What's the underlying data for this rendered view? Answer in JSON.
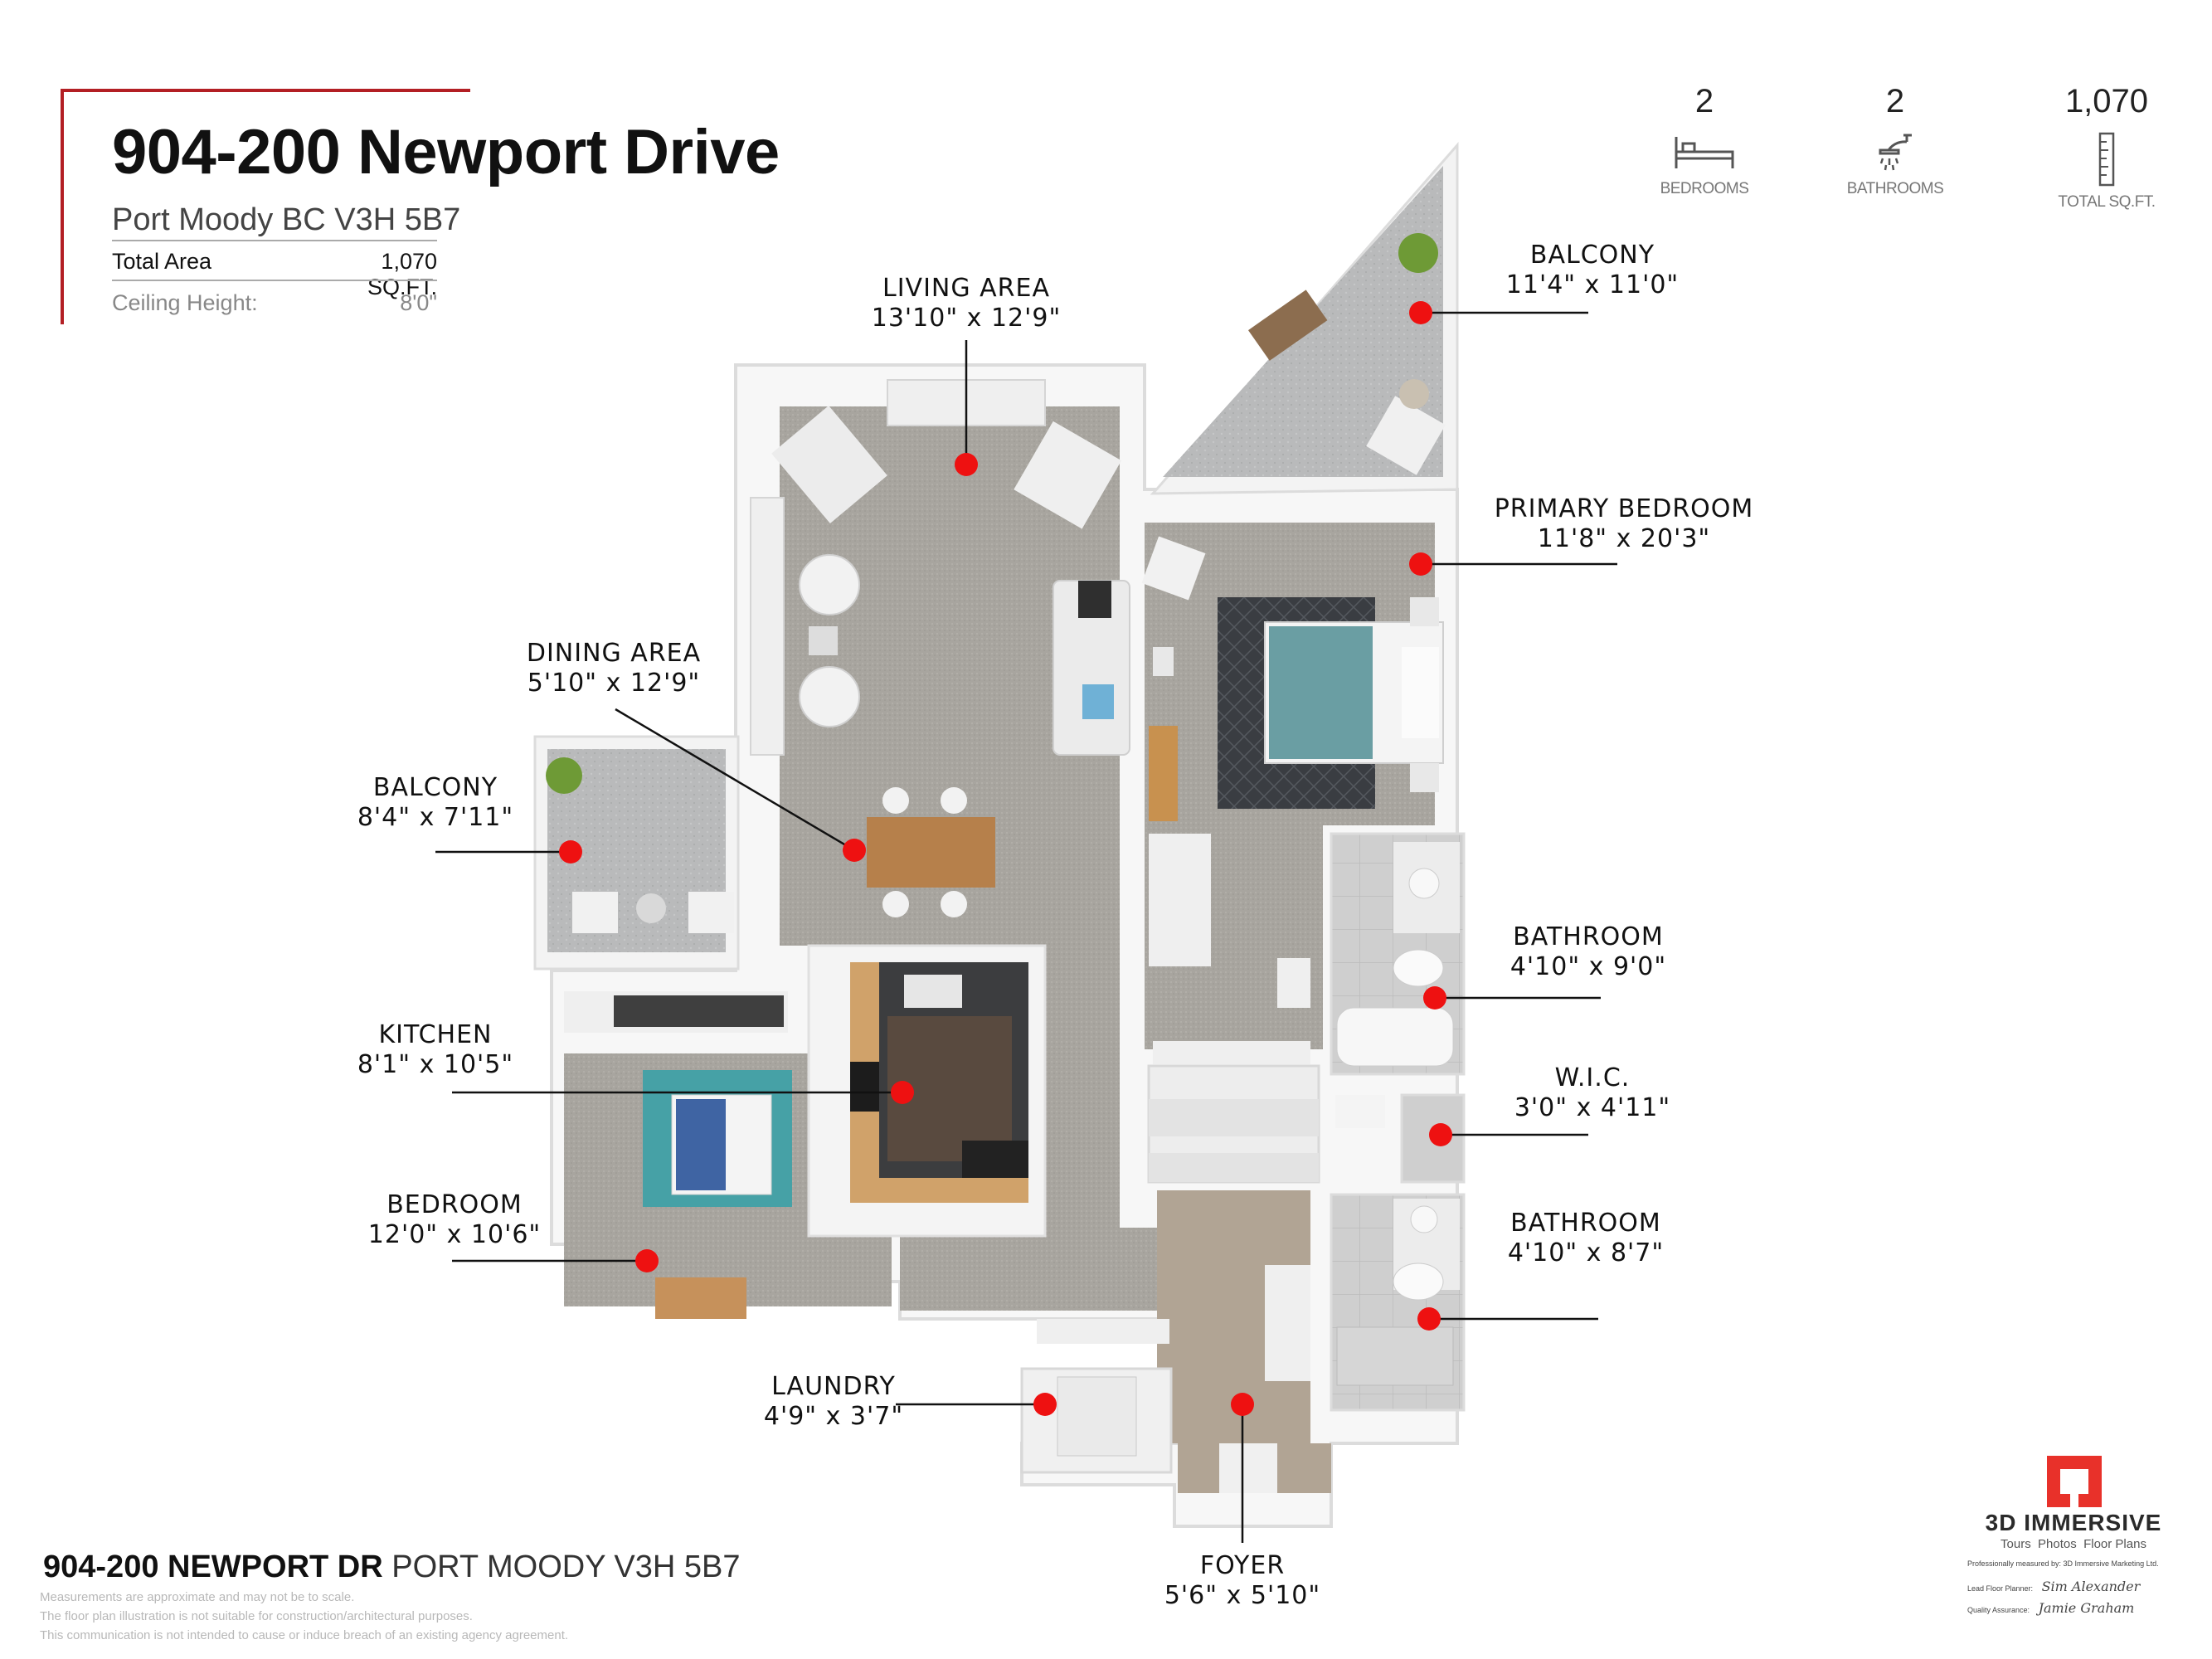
{
  "header": {
    "title": "904-200 Newport Drive",
    "location": "Port Moody BC V3H 5B7",
    "total_area_label": "Total Area",
    "total_area_value": "1,070 SQ.FT.",
    "ceiling_label": "Ceiling Height:",
    "ceiling_value": "8'0\""
  },
  "stats": [
    {
      "value": "2",
      "caption": "BEDROOMS",
      "icon": "bed-icon"
    },
    {
      "value": "2",
      "caption": "BATHROOMS",
      "icon": "shower-icon"
    },
    {
      "value": "1,070",
      "caption": "TOTAL SQ.FT.",
      "icon": "ruler-icon"
    }
  ],
  "rooms": {
    "living": {
      "name": "LIVING AREA",
      "dims": "13'10\" x 12'9\""
    },
    "balcony_main": {
      "name": "BALCONY",
      "dims": "11'4\" x 11'0\""
    },
    "primary_bedroom": {
      "name": "PRIMARY BEDROOM",
      "dims": "11'8\" x 20'3\""
    },
    "dining": {
      "name": "DINING AREA",
      "dims": "5'10\" x 12'9\""
    },
    "balcony_small": {
      "name": "BALCONY",
      "dims": "8'4\" x 7'11\""
    },
    "bathroom_1": {
      "name": "BATHROOM",
      "dims": "4'10\" x 9'0\""
    },
    "kitchen": {
      "name": "KITCHEN",
      "dims": "8'1\" x 10'5\""
    },
    "wic": {
      "name": "W.I.C.",
      "dims": "3'0\" x 4'11\""
    },
    "bedroom": {
      "name": "BEDROOM",
      "dims": "12'0\" x 10'6\""
    },
    "bathroom_2": {
      "name": "BATHROOM",
      "dims": "4'10\" x 8'7\""
    },
    "laundry": {
      "name": "LAUNDRY",
      "dims": "4'9\" x 3'7\""
    },
    "foyer": {
      "name": "FOYER",
      "dims": "5'6\" x 5'10\""
    }
  },
  "footer": {
    "address_bold": "904-200 NEWPORT DR",
    "address_rest": "PORT MOODY V3H 5B7",
    "disclaimer_1": "Measurements are approximate and may not be to scale.",
    "disclaimer_2": "The floor plan illustration is not suitable for construction/architectural purposes.",
    "disclaimer_3": "This communication is not intended to cause or induce breach of an existing agency agreement."
  },
  "brand": {
    "name": "3D IMMERSIVE",
    "tagline": "Tours  Photos  Floor Plans",
    "measured_by": "Professionally measured by: 3D Immersive Marketing Ltd.",
    "planner_label": "Lead Floor Planner:",
    "planner_sig": "Sim Alexander",
    "qa_label": "Quality Assurance:",
    "qa_sig": "Jamie Graham",
    "accent": "#e8312a"
  },
  "colors": {
    "marker": "#ee1111",
    "accent_rule": "#b31f24",
    "wall": "#f5f5f5",
    "carpet": "#a6a39d",
    "wood": "#c59a5d"
  }
}
